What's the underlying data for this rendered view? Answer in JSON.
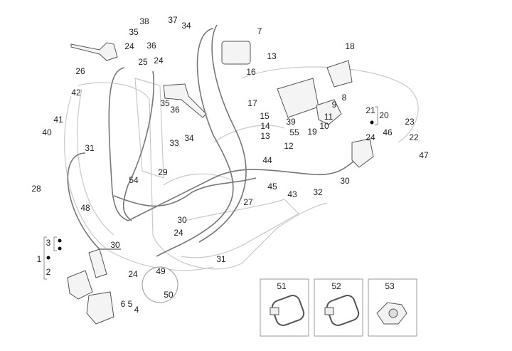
{
  "diagram": {
    "callouts": [
      "38",
      "37",
      "34",
      "35",
      "36",
      "24",
      "25",
      "24",
      "26",
      "42",
      "35",
      "36",
      "41",
      "40",
      "33",
      "34",
      "31",
      "29",
      "54",
      "28",
      "48",
      "7",
      "16",
      "13",
      "18",
      "8",
      "17",
      "9",
      "15",
      "39",
      "11",
      "21",
      "20",
      "14",
      "55",
      "19",
      "10",
      "13",
      "12",
      "23",
      "24",
      "46",
      "22",
      "44",
      "47",
      "45",
      "43",
      "32",
      "30",
      "27",
      "30",
      "24",
      "31",
      "3",
      "1",
      "2",
      "30",
      "24",
      "49",
      "50",
      "6",
      "5",
      "4"
    ],
    "insets": [
      {
        "label": "51",
        "icon": "cable-clamp-icon"
      },
      {
        "label": "52",
        "icon": "cable-clamp-icon"
      },
      {
        "label": "53",
        "icon": "wheel-speed-sensor-icon"
      }
    ]
  }
}
